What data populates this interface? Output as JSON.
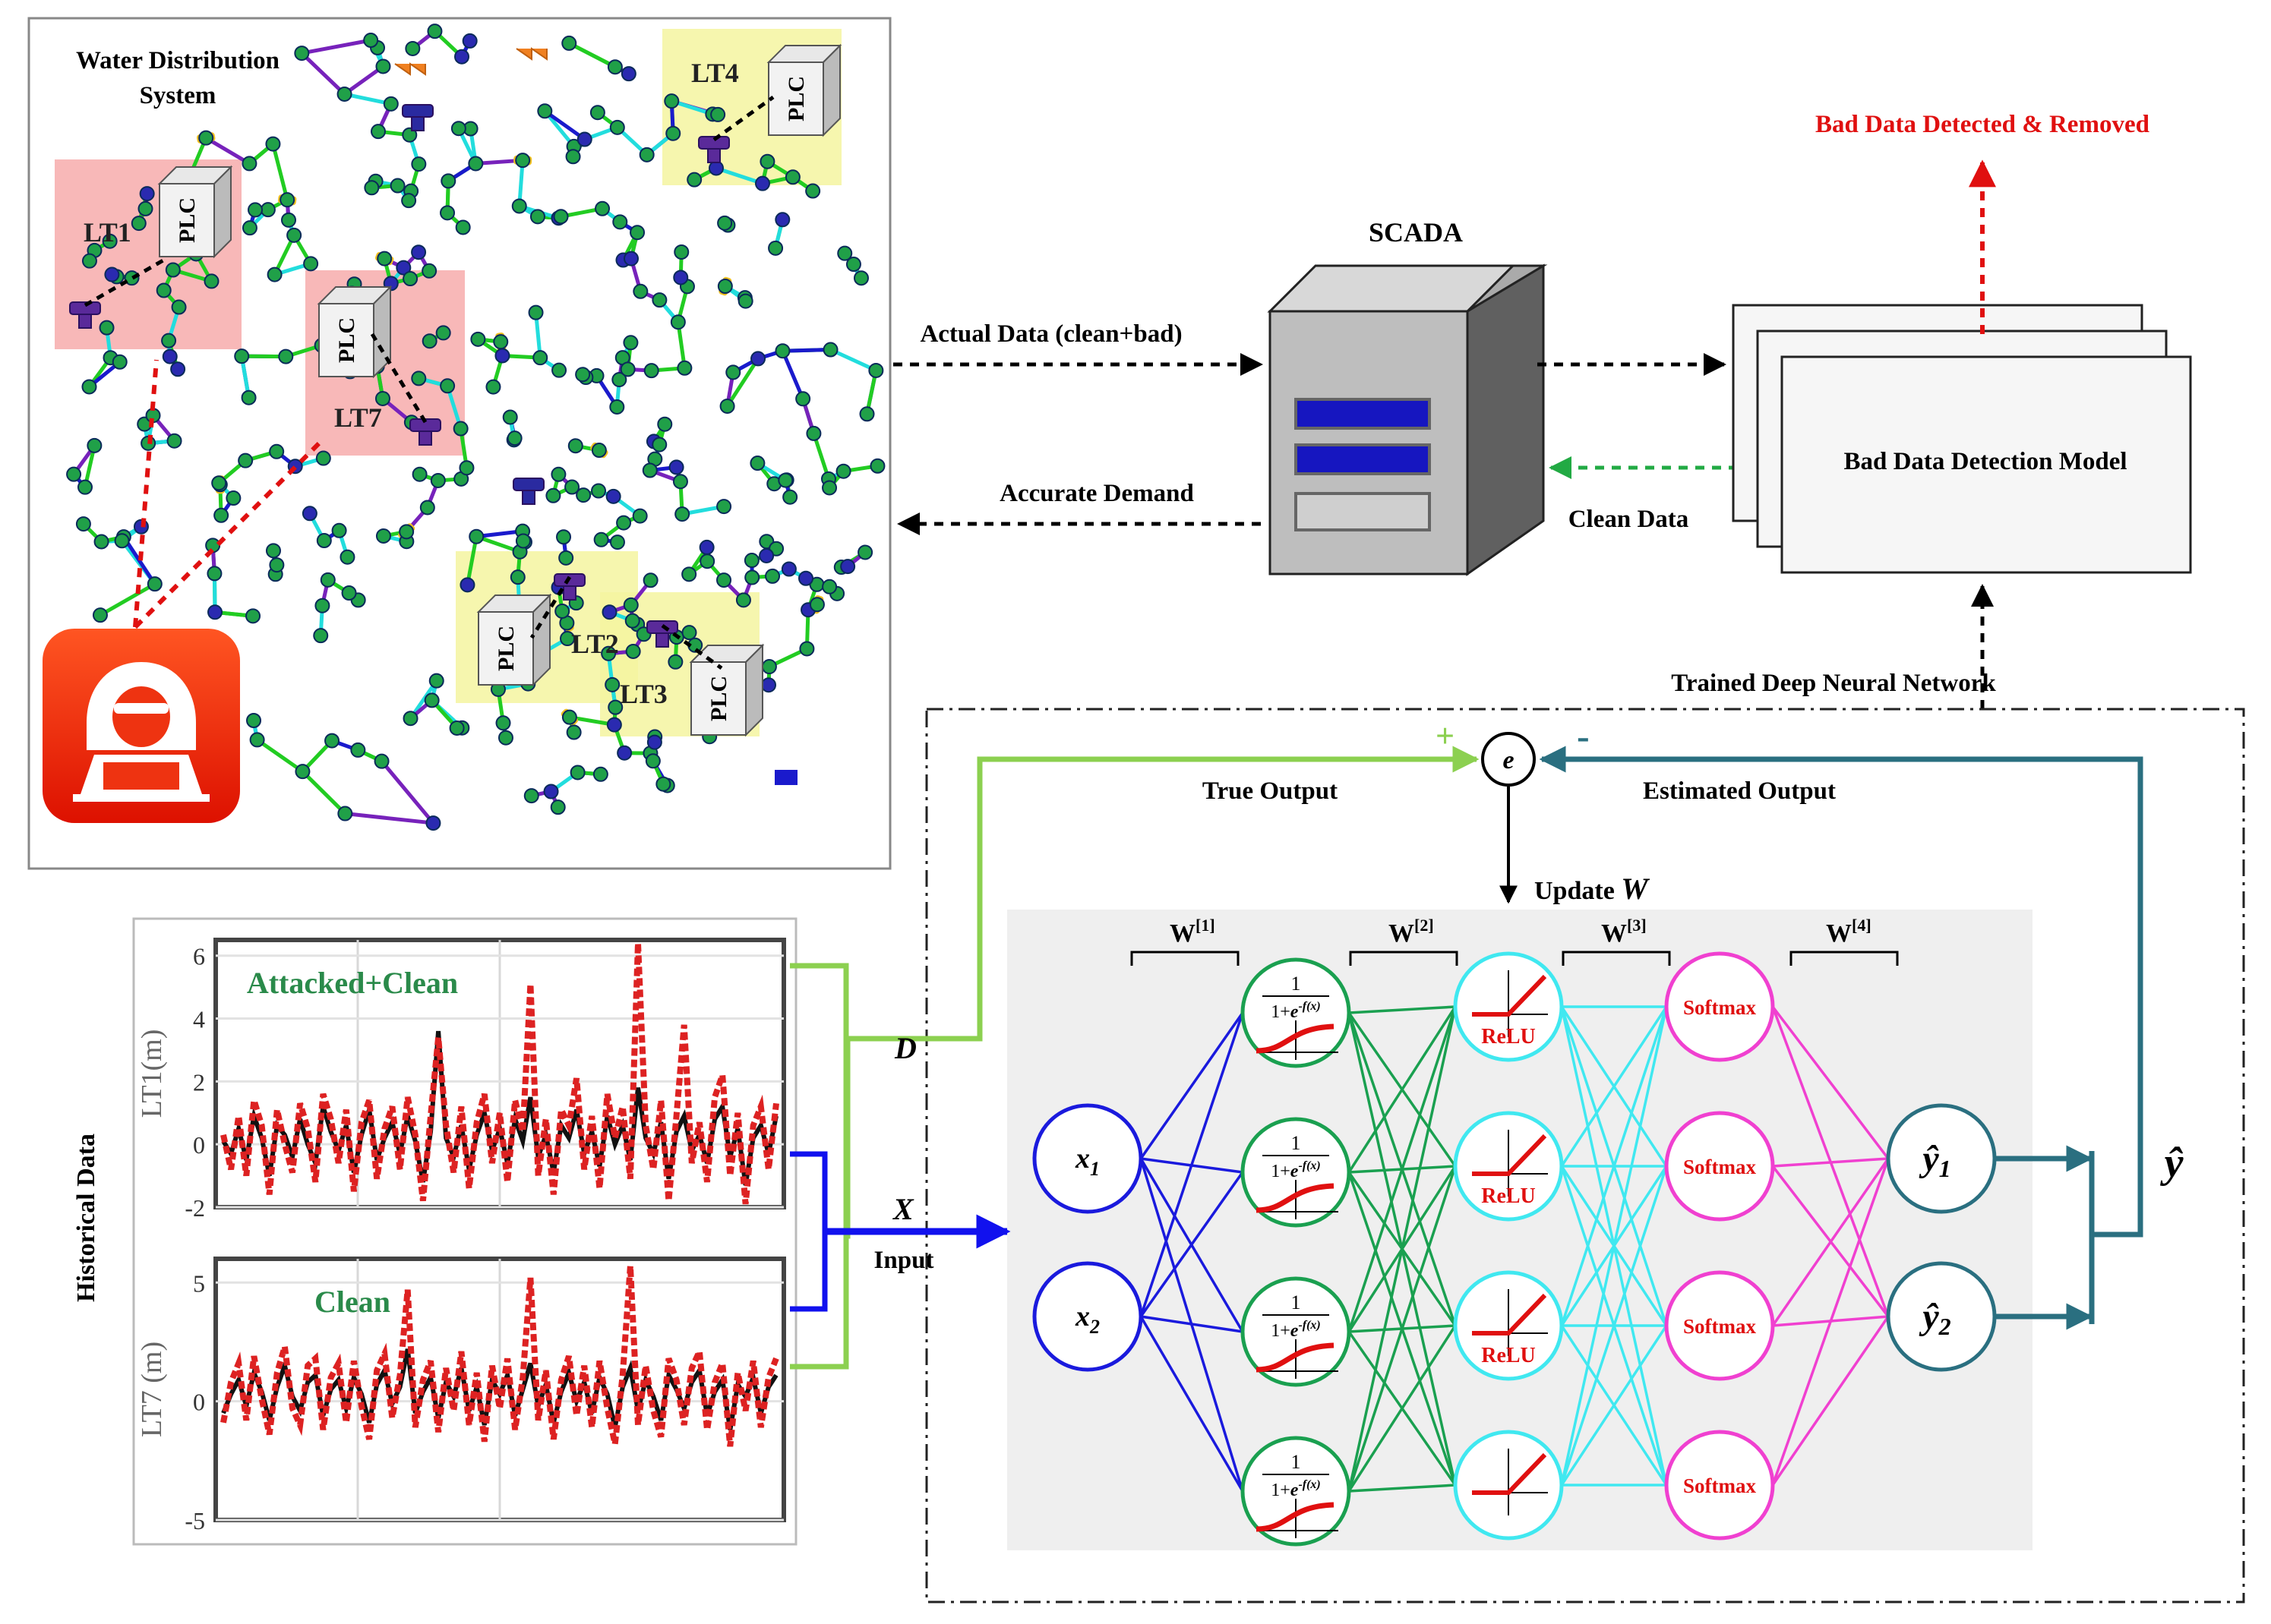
{
  "colors": {
    "pipe_green": "#22cc22",
    "pipe_cyan": "#22dddd",
    "pipe_blue": "#1a1acc",
    "pipe_purple": "#7722bb",
    "node_fill": "#20a048",
    "red": "#dd1111",
    "plc_zone_red": "#f5a0a0",
    "plc_zone_yellow": "#f5f5a0",
    "dnn_panel": "#efefef",
    "feedback_teal": "#2a6f80",
    "true_output_green": "#8cd050",
    "layer1": "#1a1add",
    "layer2": "#1aa050",
    "layer3": "#40e8f0",
    "layer4": "#f040d0",
    "output_nodes": "#2a6f80",
    "hacker_bg": "#ee3311"
  },
  "wds": {
    "title_line1": "Water Distribution",
    "title_line2": "System",
    "plc_label": "PLC",
    "tanks": [
      "LT1",
      "LT7",
      "LT4",
      "LT2",
      "LT3"
    ],
    "attacker_icon": "hacker-icon"
  },
  "scada": {
    "label": "SCADA",
    "icon": "server-icon"
  },
  "flows": {
    "actual_data": "Actual Data (clean+bad)",
    "accurate_demand": "Accurate Demand",
    "clean_data": "Clean Data",
    "bad_data_detected": "Bad Data Detected & Removed",
    "trained_dnn": "Trained Deep Neural Network"
  },
  "model": {
    "label": "Bad Data Detection Model"
  },
  "history": {
    "side_label": "Historical Data",
    "d_label": "D",
    "x_label": "X",
    "input_label": "Input"
  },
  "dnn": {
    "error_symbol": "e",
    "plus": "+",
    "minus": "-",
    "true_output": "True Output",
    "estimated_output": "Estimated Output",
    "update_prefix": "Update",
    "update_symbol": "W",
    "weight_base": "W",
    "weight_sups": [
      "[1]",
      "[2]",
      "[3]",
      "[4]"
    ],
    "inputs": [
      "x",
      "x"
    ],
    "input_subs": [
      "1",
      "2"
    ],
    "sigmoid_num": "1",
    "sigmoid_den_prefix": "1+",
    "sigmoid_den_e": "e",
    "sigmoid_exp": "-f(x)",
    "relu_label": "ReLU",
    "softmax_label": "Softmax",
    "output_base": "ŷ",
    "output_subs": [
      "1",
      "2"
    ],
    "yhat_label": "ŷ"
  },
  "chart_data": [
    {
      "type": "line",
      "title": "Attacked+Clean",
      "xlabel": "",
      "ylabel": "LT1(m)",
      "ylim": [
        -2,
        6.5
      ],
      "yticks": [
        "6",
        "4",
        "2",
        "0",
        "-2"
      ],
      "grid": true,
      "series": [
        {
          "name": "",
          "color": "#111111",
          "values": [
            0.1,
            -0.3,
            0.5,
            -0.5,
            0.9,
            0.2,
            -1.0,
            0.6,
            0.3,
            -0.4,
            0.8,
            0.0,
            -0.6,
            1.2,
            0.4,
            -0.2,
            0.6,
            -0.9,
            0.3,
            1.1,
            -0.5,
            0.2,
            0.7,
            -0.3,
            0.9,
            0.1,
            -1.2,
            0.4,
            3.6,
            0.2,
            -0.4,
            0.6,
            -0.8,
            0.3,
            1.0,
            -0.2,
            0.5,
            -0.6,
            0.8,
            0.1,
            1.5,
            -0.4,
            0.3,
            -0.9,
            0.6,
            0.2,
            1.1,
            -0.3,
            0.4,
            -0.7,
            0.9,
            0.0,
            0.6,
            -0.5,
            1.8,
            0.2,
            -0.3,
            0.7,
            -1.1,
            0.4,
            0.9,
            -0.2,
            0.3,
            -0.6,
            0.8,
            1.2,
            -0.4,
            0.5,
            -1.3,
            0.2,
            0.6,
            -0.3,
            0.9
          ]
        },
        {
          "name": "",
          "color": "#dd2222",
          "values": [
            0.3,
            -0.8,
            0.9,
            -1.0,
            1.4,
            0.6,
            -1.6,
            1.1,
            0.0,
            -0.9,
            1.3,
            0.5,
            -1.2,
            1.6,
            0.8,
            -0.6,
            1.1,
            -1.5,
            0.7,
            1.4,
            -1.1,
            0.5,
            1.2,
            -0.8,
            1.5,
            0.3,
            -1.8,
            0.9,
            3.4,
            0.6,
            -0.9,
            1.2,
            -1.4,
            0.7,
            1.6,
            -0.6,
            1.0,
            -1.2,
            1.4,
            0.4,
            5.1,
            -1.0,
            0.8,
            -1.6,
            1.1,
            0.6,
            2.1,
            -0.8,
            0.9,
            -1.4,
            1.6,
            0.2,
            1.2,
            -1.1,
            6.4,
            0.6,
            -0.8,
            1.4,
            -1.8,
            0.9,
            3.8,
            -0.6,
            0.7,
            -1.2,
            1.5,
            2.2,
            -1.0,
            1.0,
            -1.9,
            0.6,
            1.2,
            -0.8,
            1.3
          ]
        }
      ]
    },
    {
      "type": "line",
      "title": "Clean",
      "xlabel": "",
      "ylabel": "LT7 (m)",
      "ylim": [
        -5,
        6
      ],
      "yticks": [
        "5",
        "0",
        "-5"
      ],
      "grid": true,
      "series": [
        {
          "name": "",
          "color": "#111111",
          "values": [
            -0.5,
            0.3,
            0.9,
            -0.2,
            1.2,
            0.4,
            -0.8,
            0.6,
            1.5,
            0.2,
            -0.4,
            0.8,
            1.1,
            -0.6,
            0.5,
            0.9,
            -0.3,
            1.0,
            0.3,
            -0.9,
            0.7,
            1.3,
            -0.1,
            0.6,
            2.2,
            -0.5,
            0.4,
            1.0,
            -0.7,
            0.8,
            0.2,
            1.4,
            -0.4,
            0.6,
            -1.0,
            0.9,
            0.3,
            1.1,
            -0.6,
            0.5,
            1.6,
            -0.2,
            0.7,
            -0.9,
            0.4,
            1.2,
            0.0,
            0.8,
            -0.5,
            1.0,
            0.3,
            -1.1,
            0.6,
            1.4,
            -0.4,
            0.9,
            0.2,
            -0.8,
            1.1,
            0.5,
            -0.3,
            0.8,
            1.3,
            -0.6,
            0.4,
            0.9,
            -1.2,
            0.7,
            0.2,
            1.0,
            -0.5,
            0.6,
            1.1
          ]
        },
        {
          "name": "",
          "color": "#dd2222",
          "values": [
            -0.9,
            0.8,
            1.6,
            -0.8,
            1.9,
            0.1,
            -1.4,
            1.2,
            2.3,
            -0.3,
            -1.0,
            1.5,
            1.8,
            -1.2,
            1.0,
            1.6,
            -0.9,
            1.7,
            -0.2,
            -1.6,
            1.3,
            2.0,
            -0.7,
            1.1,
            4.7,
            -1.1,
            0.9,
            1.7,
            -1.3,
            1.4,
            -0.4,
            2.1,
            -1.0,
            1.2,
            -1.7,
            1.5,
            -0.3,
            1.8,
            -1.2,
            1.0,
            5.2,
            -0.8,
            1.3,
            -1.6,
            0.9,
            1.9,
            -0.6,
            1.5,
            -1.1,
            1.7,
            -0.3,
            -1.8,
            1.1,
            5.7,
            -1.0,
            1.5,
            -0.4,
            -1.5,
            1.8,
            0.9,
            -1.0,
            1.4,
            2.1,
            -1.2,
            0.8,
            1.6,
            -1.9,
            1.2,
            -0.4,
            1.7,
            -1.1,
            1.0,
            1.8
          ]
        }
      ]
    }
  ]
}
